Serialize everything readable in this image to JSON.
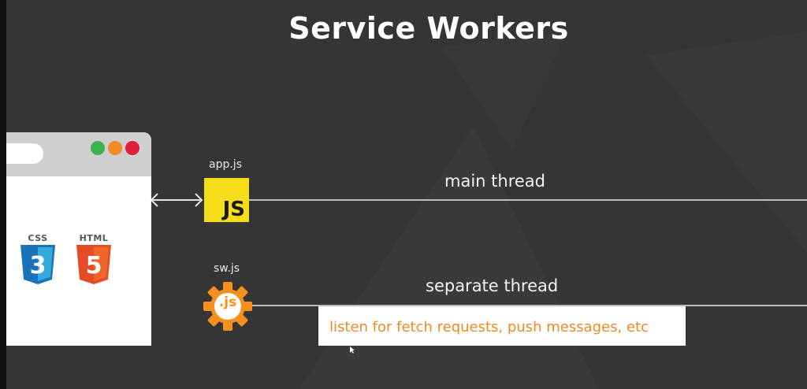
{
  "title": "Service Workers",
  "browser": {
    "badges": [
      {
        "label": "CSS",
        "number": "3",
        "color": "#1a72b9",
        "icon": "css3-icon"
      },
      {
        "label": "HTML",
        "number": "5",
        "color": "#e34c26",
        "icon": "html5-icon"
      }
    ],
    "window_dots": [
      "#3cb44b",
      "#f08a24",
      "#e0203a"
    ]
  },
  "main": {
    "file": "app.js",
    "logo_text": "JS",
    "thread_label": "main thread",
    "logo_color": "#f6dd1b"
  },
  "worker": {
    "file": "sw.js",
    "logo_text": ".js",
    "thread_label": "separate thread",
    "logo_color": "#f5901e",
    "note": "listen for fetch requests, push messages, etc"
  }
}
